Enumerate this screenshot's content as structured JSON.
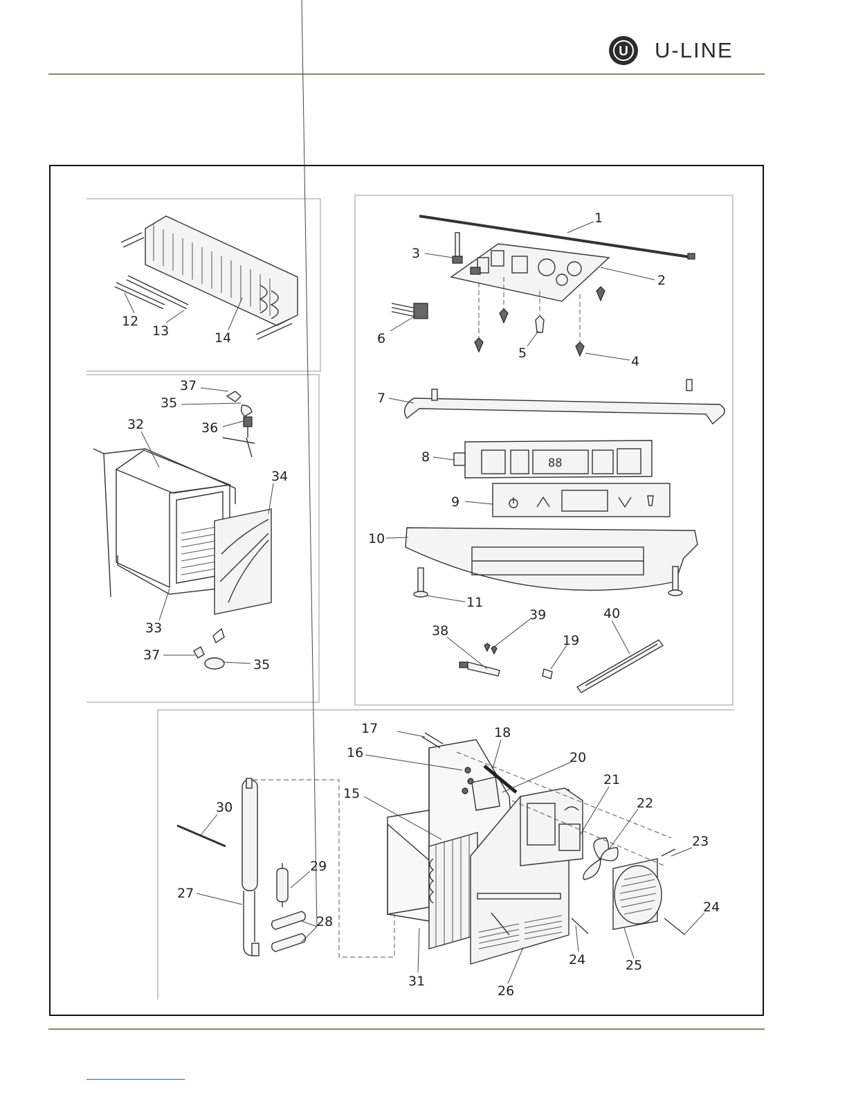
{
  "brand": {
    "name": "U-LINE",
    "mark_letter": "U",
    "text_color": "#2b2b2b",
    "rule_color": "#8a8a6a"
  },
  "callouts": {
    "c1": "1",
    "c2": "2",
    "c3": "3",
    "c4": "4",
    "c5": "5",
    "c6": "6",
    "c7": "7",
    "c8": "8",
    "c9": "9",
    "c10": "10",
    "c11": "11",
    "c12": "12",
    "c13": "13",
    "c14": "14",
    "c15": "15",
    "c16": "16",
    "c17": "17",
    "c18": "18",
    "c19": "19",
    "c20": "20",
    "c21": "21",
    "c22": "22",
    "c23": "23",
    "c24a": "24",
    "c24b": "24",
    "c25": "25",
    "c26": "26",
    "c27": "27",
    "c28": "28",
    "c29": "29",
    "c30": "30",
    "c31": "31",
    "c32": "32",
    "c33": "33",
    "c34": "34",
    "c35a": "35",
    "c35b": "35",
    "c36": "36",
    "c37a": "37",
    "c37b": "37",
    "c38": "38",
    "c39": "39",
    "c40": "40"
  },
  "display_readout": "88"
}
